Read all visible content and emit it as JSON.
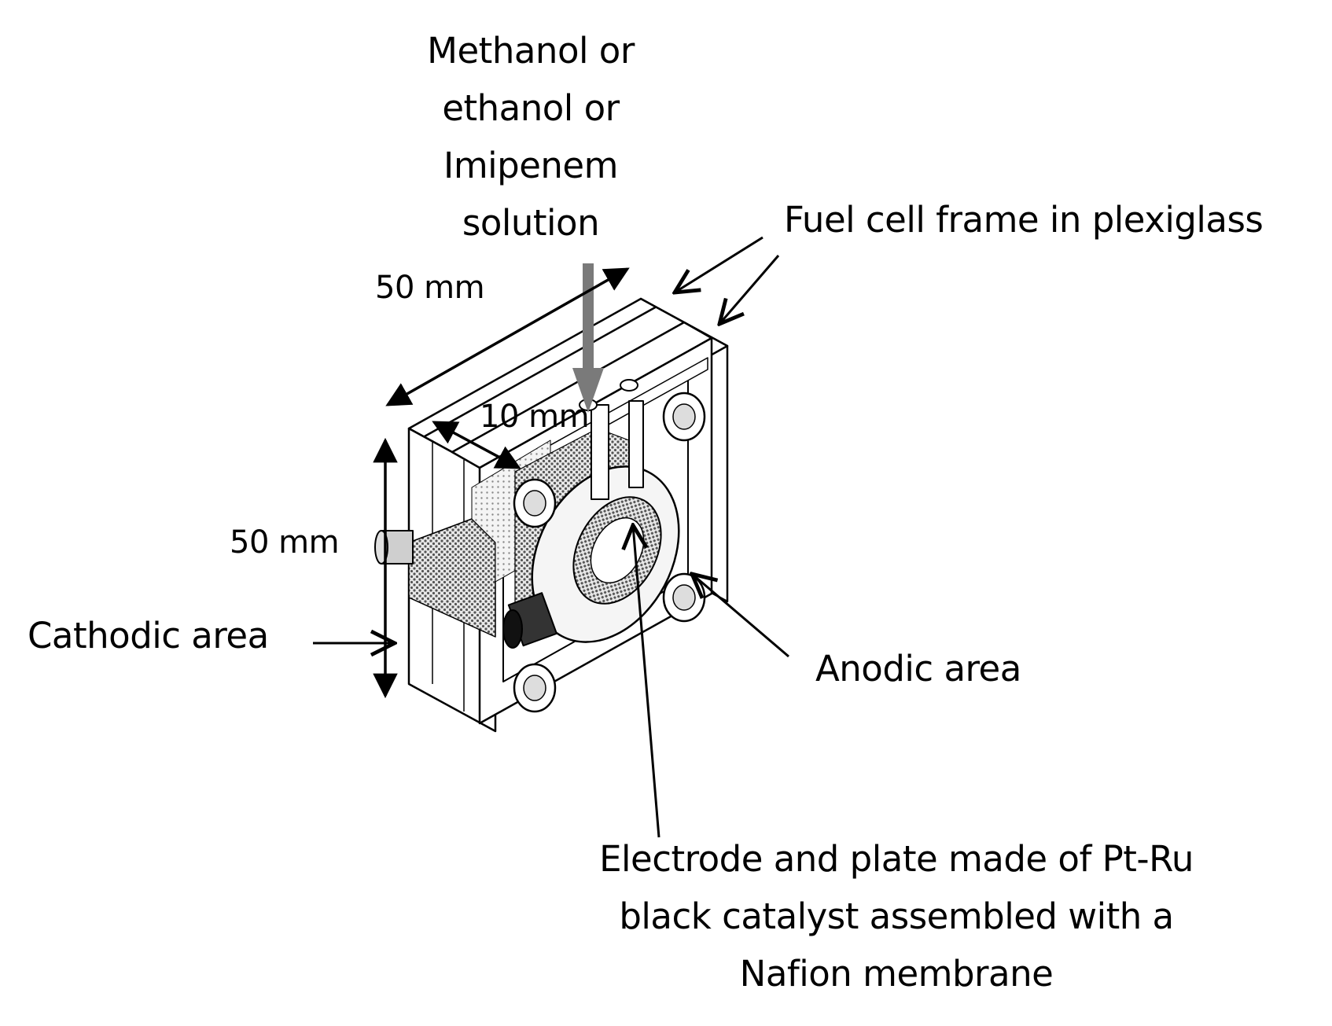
{
  "labels": {
    "fuel_input": [
      "Methanol or",
      "ethanol or",
      "Imipenem",
      "solution"
    ],
    "frame": "Fuel cell frame in plexiglass",
    "dim_width": "50 mm",
    "dim_thickness": "10 mm",
    "dim_height": "50 mm",
    "cathodic": "Cathodic area",
    "anodic": "Anodic area",
    "electrode": [
      "Electrode and plate made of Pt-Ru",
      "black catalyst assembled with a",
      "Nafion membrane"
    ]
  },
  "icons": {
    "fuel_cell": "fuel-cell-isometric-drawing",
    "inlet": "fuel-inlet-arrow-icon"
  },
  "colors": {
    "line": "#000000",
    "inlet_arrow": "#7a7a7a",
    "frame_fill": "#ffffff",
    "mesh_fill": "#bdbdbd"
  }
}
